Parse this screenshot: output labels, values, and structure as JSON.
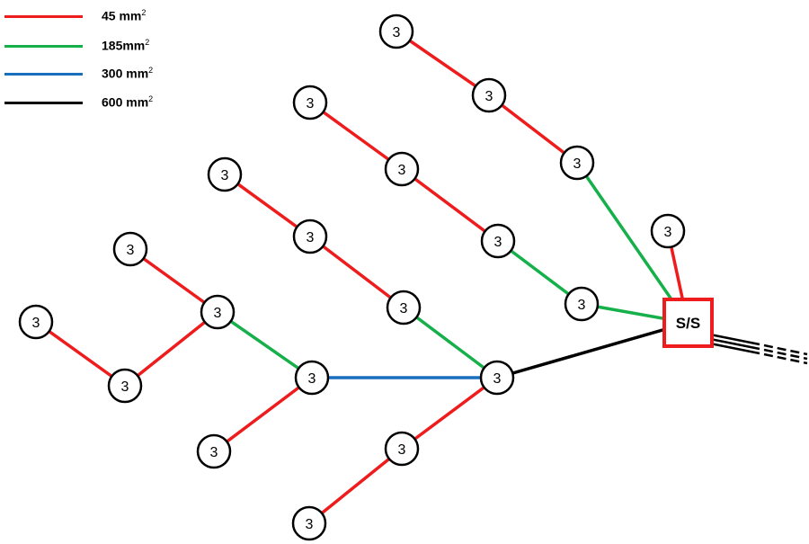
{
  "legend": [
    {
      "value": "45",
      "unit": " mm",
      "sup": "2",
      "color": "#ee1c1c"
    },
    {
      "value": "185",
      "unit": "mm",
      "sup": "2",
      "color": "#15b04a"
    },
    {
      "value": "300",
      "unit": " mm",
      "sup": "2",
      "color": "#1a6fbd"
    },
    {
      "value": "600",
      "unit": " mm",
      "sup": "2",
      "color": "#000000"
    }
  ],
  "substation": {
    "label": "S/S",
    "color": "#ee1c1c"
  },
  "nodes": [
    {
      "id": "n1",
      "label": "3"
    },
    {
      "id": "n2",
      "label": "3"
    },
    {
      "id": "n3",
      "label": "3"
    },
    {
      "id": "n4",
      "label": "3"
    },
    {
      "id": "n5",
      "label": "3"
    },
    {
      "id": "n6",
      "label": "3"
    },
    {
      "id": "n7",
      "label": "3"
    },
    {
      "id": "n8",
      "label": "3"
    },
    {
      "id": "n9",
      "label": "3"
    },
    {
      "id": "n10",
      "label": "3"
    },
    {
      "id": "n11",
      "label": "3"
    },
    {
      "id": "n12",
      "label": "3"
    },
    {
      "id": "n13",
      "label": "3"
    },
    {
      "id": "n14",
      "label": "3"
    },
    {
      "id": "n15",
      "label": "3"
    },
    {
      "id": "n16",
      "label": "3"
    },
    {
      "id": "n17",
      "label": "3"
    },
    {
      "id": "n18",
      "label": "3"
    },
    {
      "id": "n19",
      "label": "3"
    },
    {
      "id": "n20",
      "label": "3"
    }
  ],
  "edges": [
    {
      "from": "n1",
      "to": "n2",
      "cable": "45"
    },
    {
      "from": "n2",
      "to": "n3",
      "cable": "45"
    },
    {
      "from": "n3",
      "to": "ss",
      "cable": "185"
    },
    {
      "from": "n4",
      "to": "n5",
      "cable": "45"
    },
    {
      "from": "n5",
      "to": "n6",
      "cable": "45"
    },
    {
      "from": "n6",
      "to": "n7",
      "cable": "185"
    },
    {
      "from": "n7",
      "to": "ss",
      "cable": "185"
    },
    {
      "from": "n8",
      "to": "ss",
      "cable": "45"
    },
    {
      "from": "n9",
      "to": "n10",
      "cable": "45"
    },
    {
      "from": "n10",
      "to": "n11",
      "cable": "45"
    },
    {
      "from": "n11",
      "to": "n12",
      "cable": "185"
    },
    {
      "from": "n12",
      "to": "ss",
      "cable": "600"
    },
    {
      "from": "n13",
      "to": "n14",
      "cable": "45"
    },
    {
      "from": "n14",
      "to": "n17",
      "cable": "185"
    },
    {
      "from": "n15",
      "to": "n16",
      "cable": "45"
    },
    {
      "from": "n16",
      "to": "n14",
      "cable": "45"
    },
    {
      "from": "n17",
      "to": "n12",
      "cable": "300"
    },
    {
      "from": "n18",
      "to": "n17",
      "cable": "45"
    },
    {
      "from": "n19",
      "to": "n12",
      "cable": "45"
    },
    {
      "from": "n20",
      "to": "n19",
      "cable": "45"
    }
  ]
}
